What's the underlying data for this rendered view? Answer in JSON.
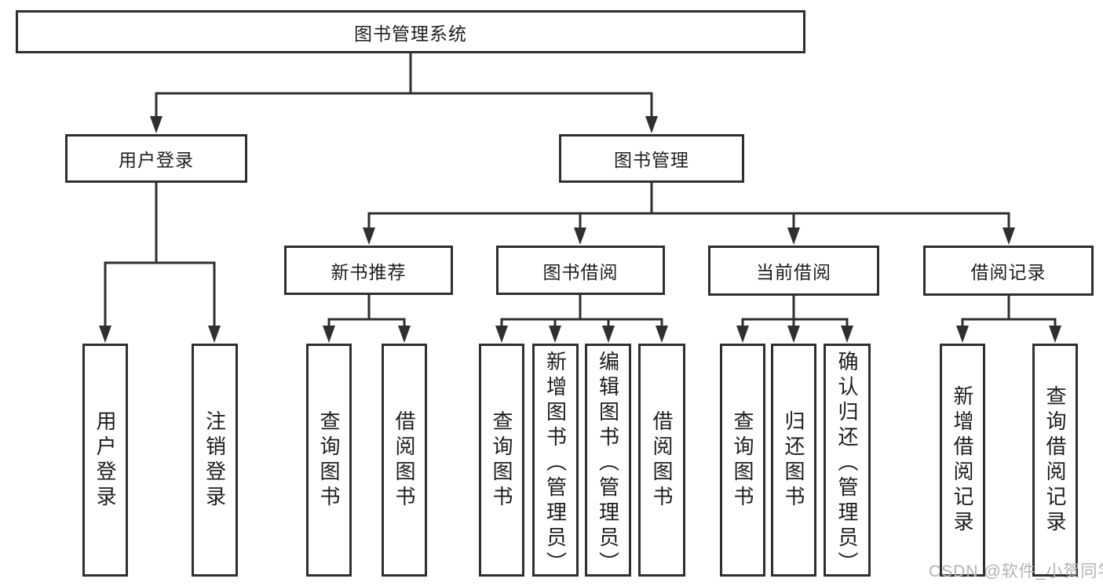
{
  "tree": {
    "label": "图书管理系统",
    "children": [
      {
        "label": "用户登录",
        "children": [
          {
            "label": "用户登录"
          },
          {
            "label": "注销登录"
          }
        ]
      },
      {
        "label": "图书管理",
        "children": [
          {
            "label": "新书推荐",
            "children": [
              {
                "label": "查询图书"
              },
              {
                "label": "借阅图书"
              }
            ]
          },
          {
            "label": "图书借阅",
            "children": [
              {
                "label": "查询图书"
              },
              {
                "label": "新增图书（管理员）"
              },
              {
                "label": "编辑图书（管理员）"
              },
              {
                "label": "借阅图书"
              }
            ]
          },
          {
            "label": "当前借阅",
            "children": [
              {
                "label": "查询图书"
              },
              {
                "label": "归还图书"
              },
              {
                "label": "确认归还（管理员）"
              }
            ]
          },
          {
            "label": "借阅记录",
            "children": [
              {
                "label": "新增借阅记录"
              },
              {
                "label": "查询借阅记录"
              }
            ]
          }
        ]
      }
    ]
  },
  "watermark": "CSDN @软件_小贺同学",
  "colors": {
    "line": "#2f2f2f",
    "text": "#1d1d1d",
    "watermark": "#b3b3b3",
    "background": "#ffffff"
  }
}
